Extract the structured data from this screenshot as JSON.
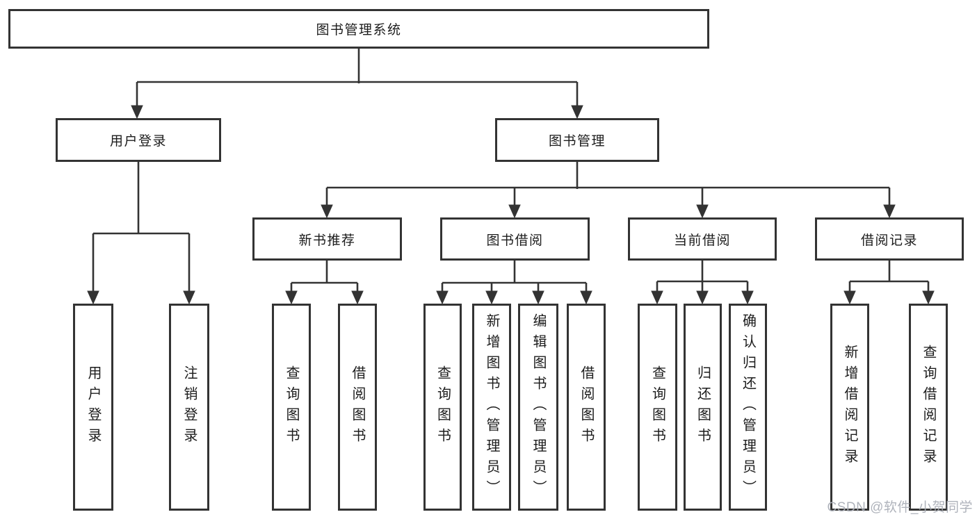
{
  "diagram": {
    "root": "图书管理系统",
    "branches": {
      "user_login": "用户登录",
      "book_mgmt": "图书管理"
    },
    "modules": {
      "new_book": "新书推荐",
      "book_borrow": "图书借阅",
      "current_borrow": "当前借阅",
      "borrow_record": "借阅记录"
    },
    "leaves": {
      "user_login": [
        "用户登录",
        "注销登录"
      ],
      "new_book": [
        "查询图书",
        "借阅图书"
      ],
      "book_borrow": [
        "查询图书",
        "新增图书（管理员）",
        "编辑图书（管理员）",
        "借阅图书"
      ],
      "current_borrow": [
        "查询图书",
        "归还图书",
        "确认归还（管理员）"
      ],
      "borrow_record": [
        "新增借阅记录",
        "查询借阅记录"
      ]
    }
  },
  "watermark": "CSDN @软件_小贺同学",
  "colors": {
    "line": "#333333",
    "text": "#1c1c1c",
    "watermark": "#abafb8",
    "background": "#ffffff"
  }
}
